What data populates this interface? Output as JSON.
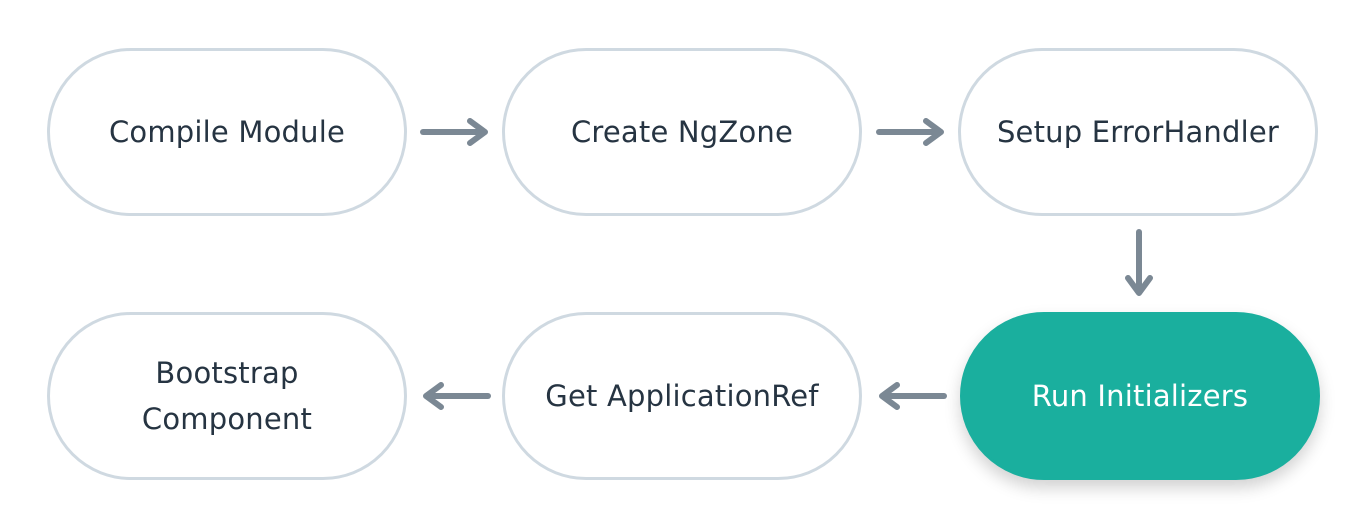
{
  "flow": {
    "steps": [
      {
        "label": "Compile Module",
        "active": false
      },
      {
        "label": "Create NgZone",
        "active": false
      },
      {
        "label": "Setup ErrorHandler",
        "active": false
      },
      {
        "label": "Run Initializers",
        "active": true
      },
      {
        "label": "Get ApplicationRef",
        "active": false
      },
      {
        "label": "Bootstrap\nComponent",
        "active": false
      }
    ]
  },
  "colors": {
    "node_border": "#cfd9e1",
    "node_text": "#263442",
    "active_fill": "#1aaf9e",
    "active_text": "#ffffff",
    "arrow": "#7b8894",
    "background": "#ffffff"
  },
  "icons": {
    "arrow_right": "arrow-right-icon",
    "arrow_down": "arrow-down-icon",
    "arrow_left": "arrow-left-icon"
  }
}
